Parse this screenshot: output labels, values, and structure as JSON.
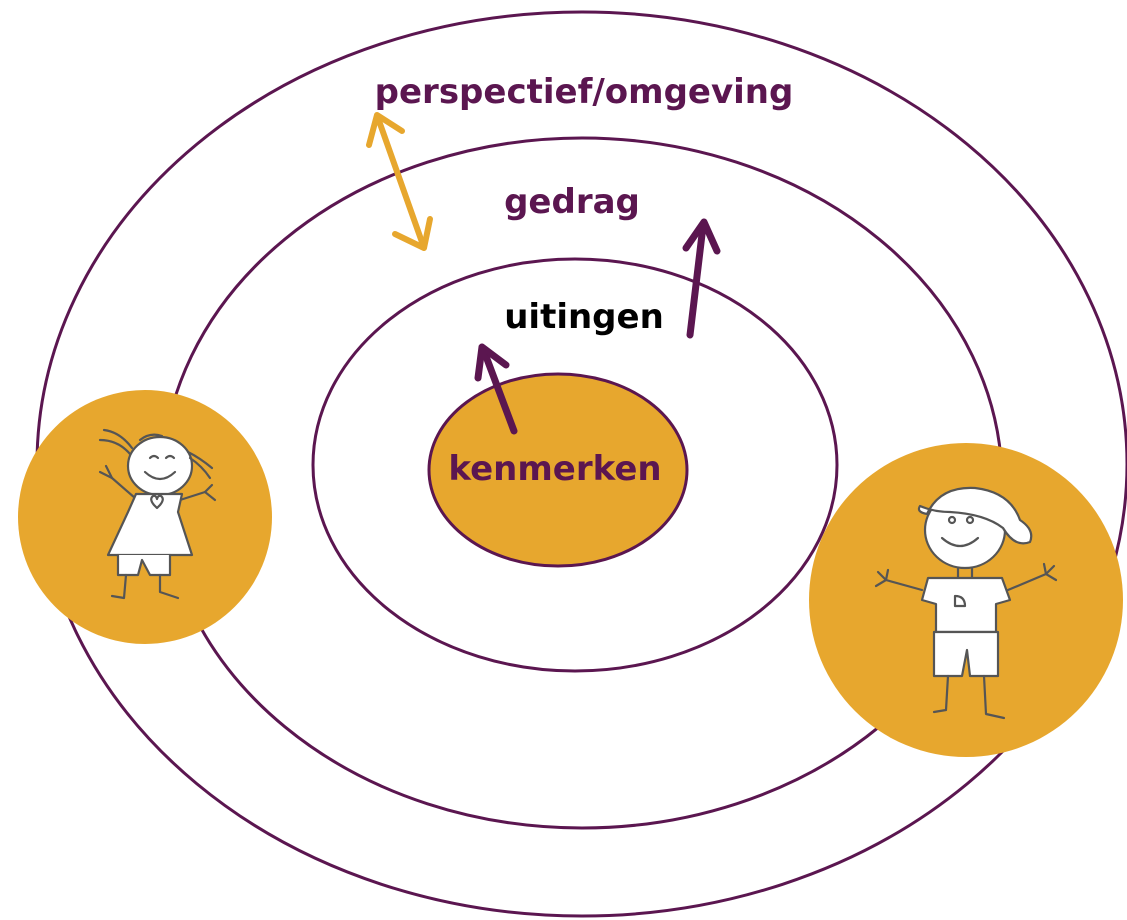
{
  "colors": {
    "purple": "#5b1650",
    "orange": "#e7a72e",
    "ink": "#555555",
    "text_black": "#000000"
  },
  "labels": {
    "outer": "perspectief/omgeving",
    "middle": "gedrag",
    "inner": "uitingen",
    "core": "kenmerken"
  },
  "figures": {
    "left": "girl-drawing",
    "right": "boy-with-cap-drawing"
  }
}
